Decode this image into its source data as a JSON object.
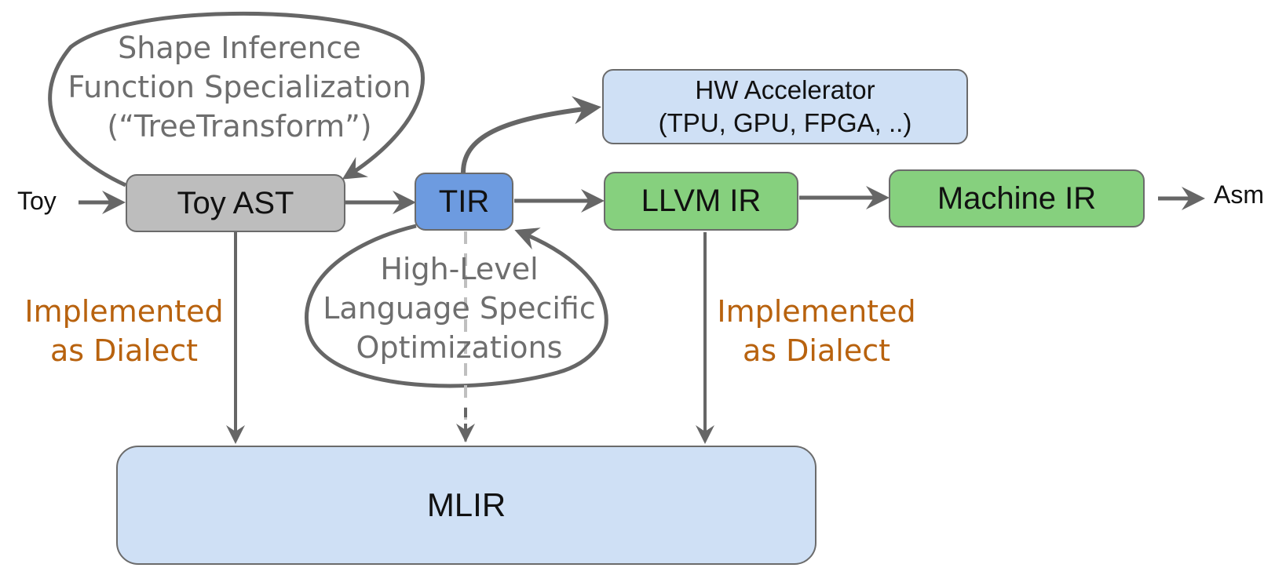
{
  "diagram": {
    "colors": {
      "gray_node": "#bdbdbd",
      "blue_node": "#6d9be0",
      "light_blue_node": "#cfe0f5",
      "green_node": "#86d07e",
      "arrow": "#666666",
      "loop_text": "#6e6e6e",
      "dialect_text": "#b8620e"
    },
    "nodes": {
      "toy_ast": "Toy AST",
      "tir": "TIR",
      "llvm_ir": "LLVM IR",
      "machine_ir": "Machine IR",
      "hw_accelerator": "HW Accelerator\n(TPU, GPU, FPGA, ..)",
      "mlir": "MLIR"
    },
    "inputs": {
      "toy": "Toy"
    },
    "outputs": {
      "asm": "Asm"
    },
    "loops": {
      "top": "Shape Inference\nFunction Specialization\n(“TreeTransform”)",
      "bottom": "High-Level\nLanguage Specific\nOptimizations"
    },
    "annotations": {
      "left_dialect": "Implemented\nas Dialect",
      "right_dialect": "Implemented\nas Dialect"
    }
  }
}
